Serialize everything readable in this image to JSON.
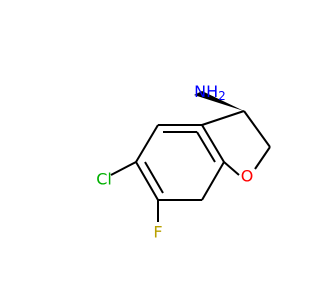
{
  "molecule": {
    "atoms": {
      "nh2": {
        "label": "NH",
        "subscript": "2",
        "color": "#0000ff"
      },
      "oxygen": {
        "label": "O",
        "color": "#ff0000"
      },
      "chlorine": {
        "label": "Cl",
        "color": "#00b000"
      },
      "fluorine": {
        "label": "F",
        "color": "#b8a000"
      }
    },
    "colors": {
      "bond": "#000000"
    }
  }
}
